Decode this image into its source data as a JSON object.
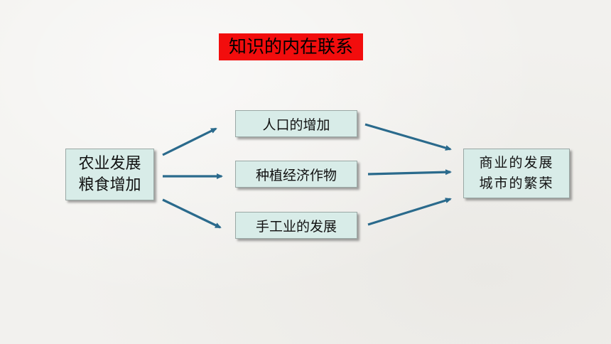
{
  "title": "知识的内在联系",
  "source": {
    "line1": "农业发展",
    "line2": "粮食增加"
  },
  "middle": [
    "人口的增加",
    "种植经济作物",
    "手工业的发展"
  ],
  "result": {
    "line1": "商业的发展",
    "line2": "城市的繁荣"
  },
  "colors": {
    "title_bg": "#f20d0d",
    "box_fill": "#d8ece8",
    "arrow": "#2a6a8c"
  }
}
